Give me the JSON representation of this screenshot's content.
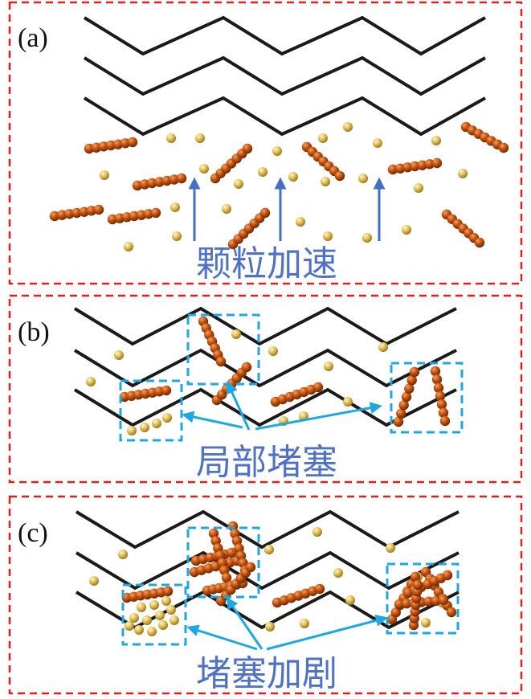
{
  "colors": {
    "frame": "#e0201c",
    "zigzag": "#1a1a1a",
    "sphere": "#e8c660",
    "rod": "#c4520e",
    "arrow_up": "#4470c4",
    "blockage_box": "#1ea7e0",
    "pointer_arrow": "#1ea7e0",
    "caption": "#4f72c4"
  },
  "panels": [
    {
      "id": "a",
      "label": "(a)",
      "caption": "颗粒加速"
    },
    {
      "id": "b",
      "label": "(b)",
      "caption": "局部堵塞"
    },
    {
      "id": "c",
      "label": "(c)",
      "caption": "堵塞加剧"
    }
  ]
}
